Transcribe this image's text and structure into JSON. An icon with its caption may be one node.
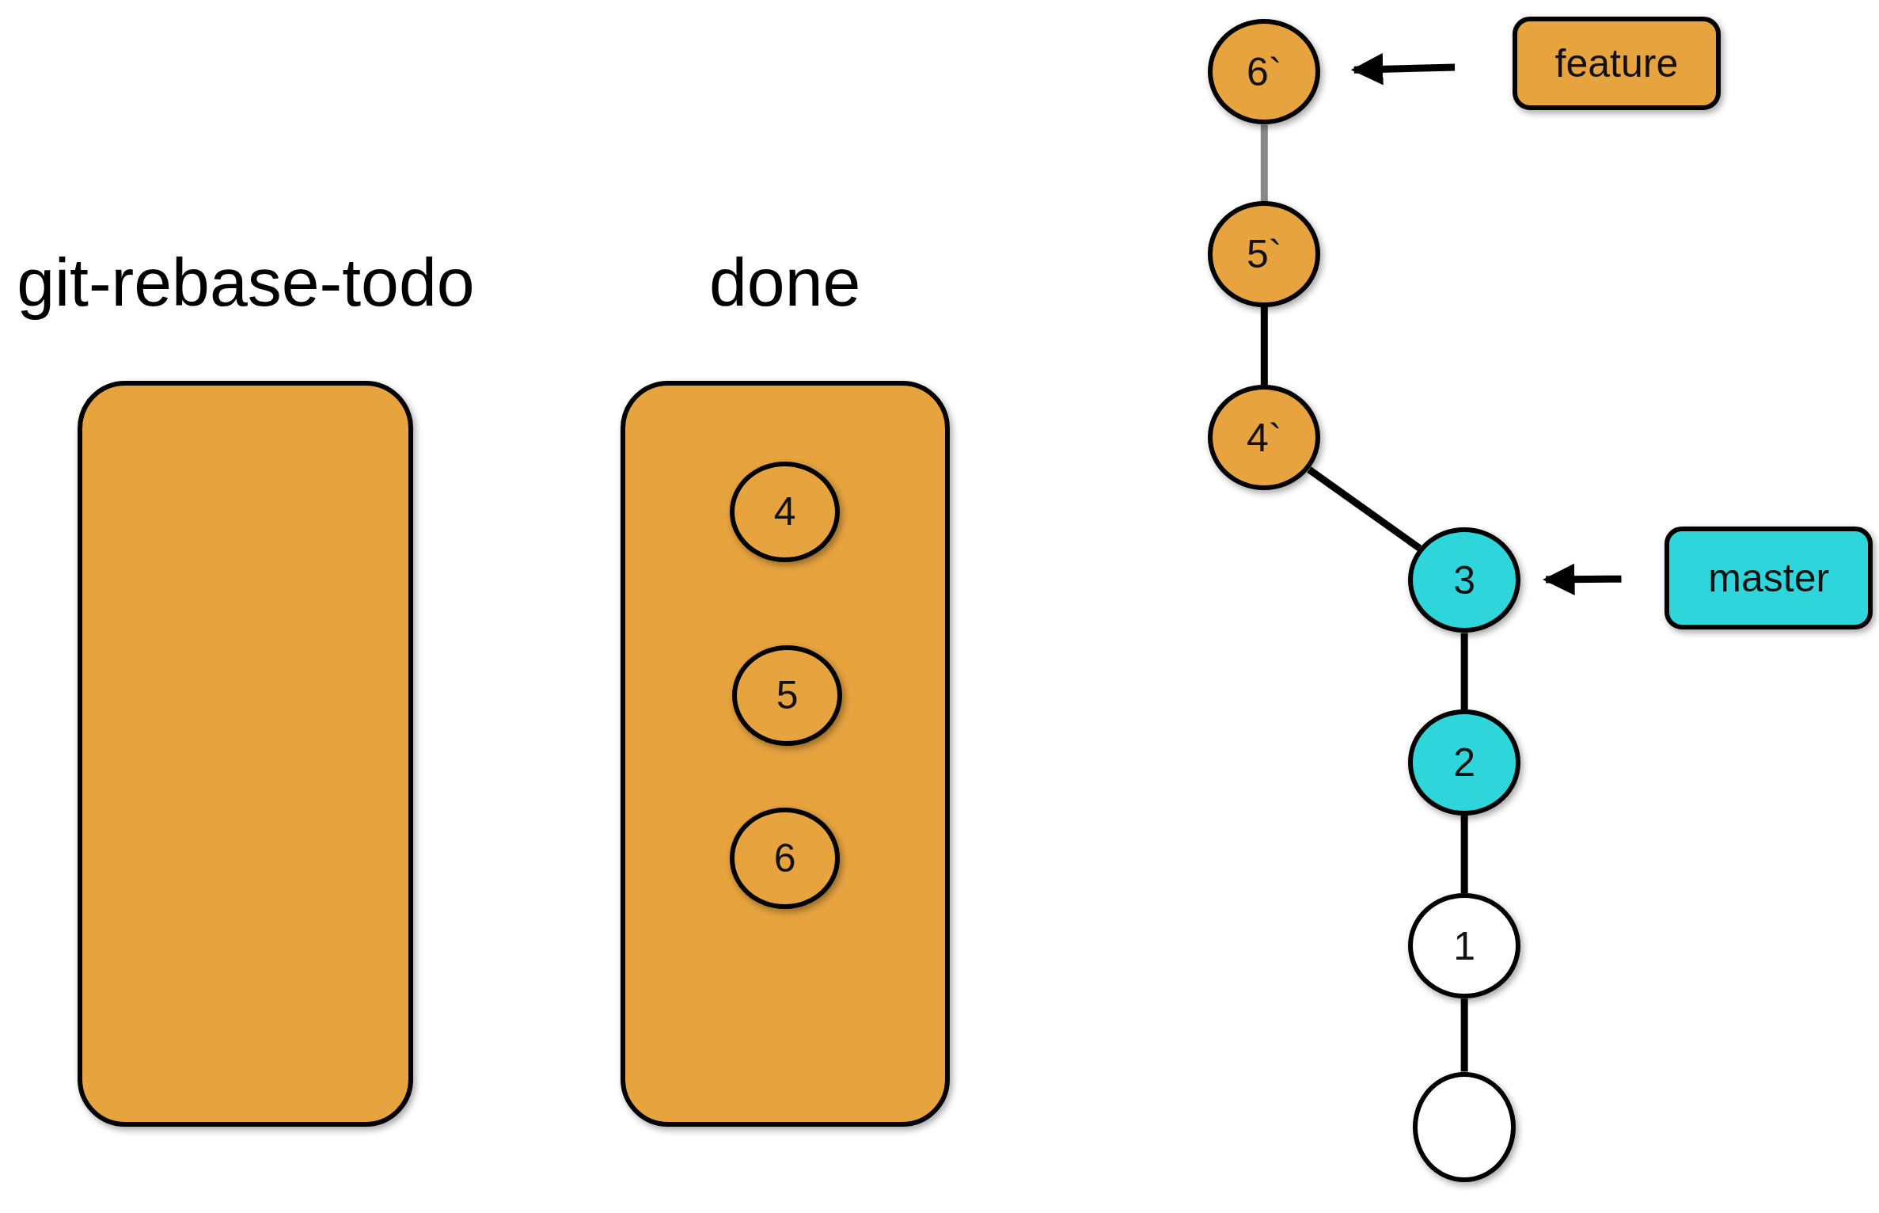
{
  "diagram": {
    "nodes": [
      {
        "text": [
          "git-rebase-todo"
        ]
      },
      {
        "text": [
          "done"
        ]
      },
      {
        "text": [
          "4"
        ],
        "in": 1
      },
      {
        "text": [
          "5"
        ],
        "in": 1
      },
      {
        "text": [
          "6"
        ],
        "in": 1
      },
      {
        "text": [
          "6`"
        ]
      },
      {
        "text": [
          "feature"
        ]
      },
      {
        "text": [
          "5`"
        ]
      },
      {
        "text": [
          "4`"
        ]
      },
      {
        "text": [
          "3"
        ]
      },
      {
        "text": [
          "master"
        ]
      },
      {
        "text": [
          "2"
        ]
      },
      {
        "text": [
          "1"
        ]
      },
      {
        "text": [],
        "shape": "circle"
      }
    ],
    "edges": [
      {
        "from": 5,
        "to": 7,
        "arrow": "none",
        "color": "#888888"
      },
      {
        "from": 7,
        "to": 8,
        "arrow": "none"
      },
      {
        "from": 8,
        "to": 9,
        "arrow": "none"
      },
      {
        "from": 9,
        "to": 11,
        "arrow": "none"
      },
      {
        "from": 11,
        "to": 12,
        "arrow": "none"
      },
      {
        "from": 12,
        "to": 13,
        "arrow": "none"
      },
      {
        "from": 6,
        "to": 5,
        "arrow": "to"
      },
      {
        "from": 10,
        "to": 9,
        "arrow": "to"
      }
    ]
  }
}
